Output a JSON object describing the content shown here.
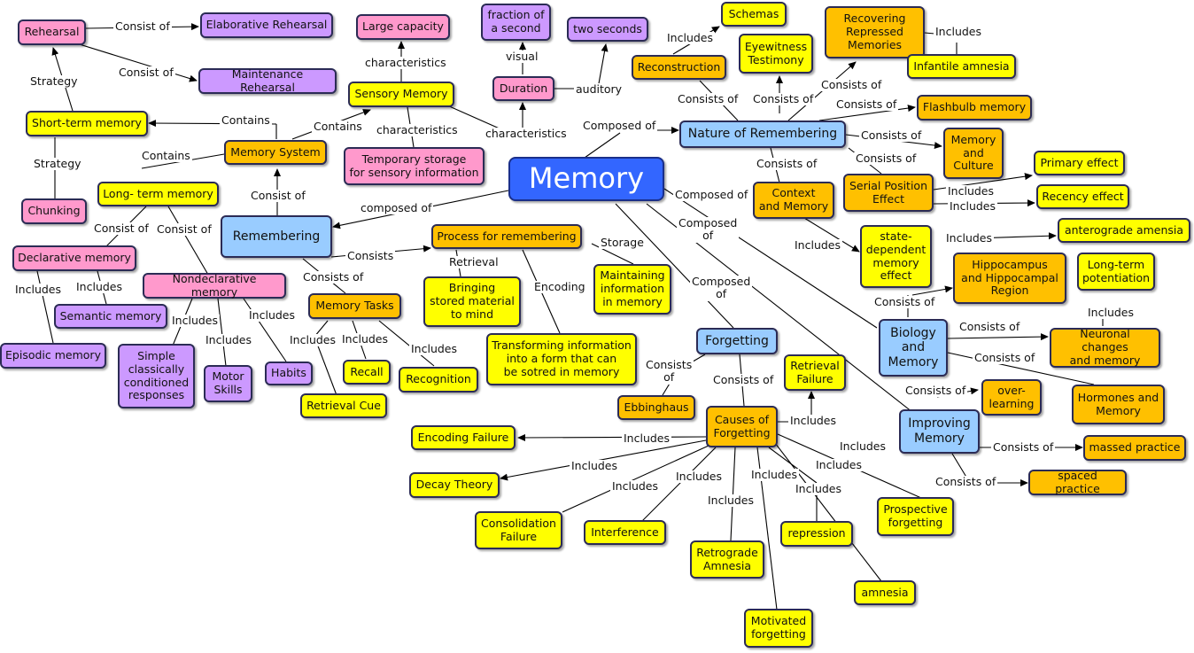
{
  "nodes": {
    "memory": "Memory",
    "rehearsal": "Rehearsal",
    "elaborative": "Elaborative Rehearsal",
    "maintenance": "Maintenance Rehearsal",
    "short_term": "Short-term memory",
    "chunking": "Chunking",
    "large_capacity": "Large capacity",
    "sensory": "Sensory Memory",
    "temp_storage": "Temporary storage\nfor sensory information",
    "fraction": "fraction of\na second",
    "two_seconds": "two seconds",
    "duration": "Duration",
    "memory_system": "Memory System",
    "long_term": "Long- term memory",
    "declarative": "Declarative memory",
    "nondeclarative": "Nondeclarative memory",
    "semantic": "Semantic memory",
    "episodic": "Episodic memory",
    "simple_cond": "Simple\nclassically\nconditioned\nresponses",
    "motor": "Motor\nSkills",
    "habits": "Habits",
    "remembering": "Remembering",
    "memory_tasks": "Memory Tasks",
    "recall": "Recall",
    "recognition": "Recognition",
    "retrieval_cue": "Retrieval Cue",
    "process": "Process for remembering",
    "bringing": "Bringing\nstored material\nto mind",
    "maintaining": "Maintaining\ninformation\nin memory",
    "transforming": "Transforming information\ninto a form that can\nbe sotred in memory",
    "schemas": "Schemas",
    "reconstruction": "Reconstruction",
    "eyewitness": "Eyewitness\nTestimony",
    "recovering": "Recovering\nRepressed\nMemories",
    "infantile": "Infantile amnesia",
    "nature": "Nature of Remembering",
    "flashbulb": "Flashbulb memory",
    "mem_culture": "Memory\nand\nCulture",
    "context": "Context\nand Memory",
    "serial": "Serial Position\nEffect",
    "primary": "Primary effect",
    "recency": "Recency effect",
    "state_dep": "state-\ndependent\nmemory\neffect",
    "anterograde": "anterograde amensia",
    "hippocampus": "Hippocampus\nand Hippocampal\nRegion",
    "ltp": "Long-term\npotentiation",
    "biology": "Biology\nand\nMemory",
    "neuronal": "Neuronal changes\nand memory",
    "hormones": "Hormones and\nMemory",
    "improving": "Improving\nMemory",
    "overlearning": "over-\nlearning",
    "massed": "massed practice",
    "spaced": "spaced practice",
    "forgetting": "Forgetting",
    "ebbinghaus": "Ebbinghaus",
    "causes": "Causes of\nForgetting",
    "retrieval_failure": "Retrieval\nFailure",
    "encoding_failure": "Encoding Failure",
    "decay": "Decay Theory",
    "consolidation": "Consolidation\nFailure",
    "interference": "Interference",
    "retrograde": "Retrograde\nAmnesia",
    "motivated": "Motivated\nforgetting",
    "repression": "repression",
    "amnesia": "amnesia",
    "prospective": "Prospective\nforgetting"
  },
  "links": {
    "consist_of": "Consist of",
    "consists_of": "Consists of",
    "strategy": "Strategy",
    "contains": "Contains",
    "characteristics": "characteristics",
    "visual": "visual",
    "auditory": "auditory",
    "includes": "Includes",
    "composed_of": "Composed of",
    "composed_of_lc": "composed of",
    "composed_of_2l": "Composed\nof",
    "consists_of_2l": "Consists\nof",
    "retrieval": "Retrieval",
    "storage": "Storage",
    "encoding": "Encoding"
  }
}
